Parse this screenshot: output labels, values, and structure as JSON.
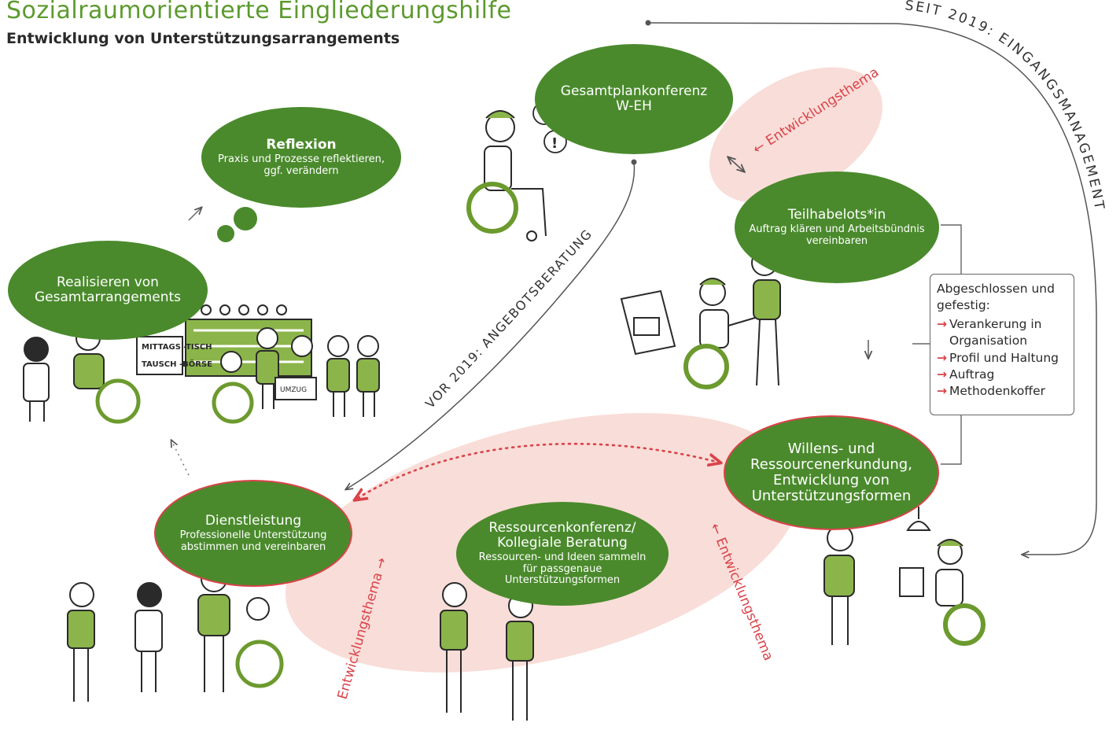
{
  "header": {
    "title": "Sozialraumorientierte Eingliederungshilfe",
    "subtitle": "Entwicklung von Unterstützungsarrangements"
  },
  "nodes": {
    "gesamtplan": {
      "title": "Gesamtplankonferenz",
      "text": "W-EH"
    },
    "reflexion": {
      "title": "Reflexion",
      "text": "Praxis und Prozesse reflektieren, ggf. verändern"
    },
    "realisieren": {
      "title": "Realisieren von Gesamtarrangements"
    },
    "teilhabe": {
      "title": "Teilhabelots*in",
      "text": "Auftrag klären und Arbeitsbündnis vereinbaren"
    },
    "willens": {
      "title": "Willens- und Ressourcenerkundung, Entwicklung von Unterstützungsformen"
    },
    "ressourcen": {
      "title": "Ressourcenkonferenz/ Kollegiale Beratung",
      "text": "Ressourcen- und Ideen sammeln für passgenaue Unterstützungsformen"
    },
    "dienstleistung": {
      "title": "Dienstleistung",
      "text": "Professionelle Unterstützung abstimmen und vereinbaren"
    }
  },
  "legend": {
    "heading": "Abgeschlossen und gefestig:",
    "items": [
      "Verankerung in Organisation",
      "Profil und Haltung",
      "Auftrag",
      "Methodenkoffer"
    ]
  },
  "labels": {
    "seit2019": "SEIT 2019: EINGANGSMANAGEMENT",
    "vor2019": "VOR 2019: ANGEBOTSBERATUNG",
    "entwicklung": "Entwicklungsthema"
  },
  "signs": {
    "mittags": "MITTAGS -TISCH",
    "tausch": "TAUSCH -BÖRSE",
    "umzug": "UMZUG"
  },
  "colors": {
    "green": "#4a8a2c",
    "title_green": "#5c9a2e",
    "pink": "#f9ddd8",
    "accent_red": "#d9434a",
    "line": "#555555"
  },
  "icons": {
    "question": "question-mark-icon",
    "exclaim": "exclamation-mark-icon",
    "lamp": "lamp-icon"
  }
}
